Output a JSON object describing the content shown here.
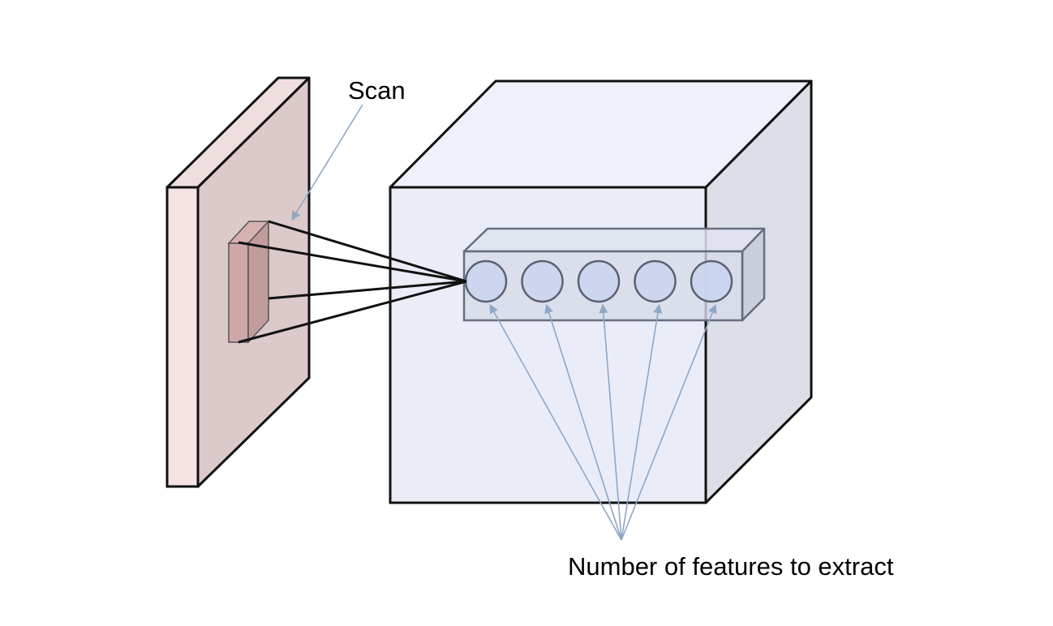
{
  "labels": {
    "scan": "Scan",
    "features": "Number of features to extract"
  },
  "diagram": {
    "feature_count": 5,
    "kernel_lines": 4
  },
  "colors": {
    "input_front": "#f5e3e3",
    "input_face": "#dcc9c9",
    "filter_front": "#cfa7a8",
    "filter_side": "#c29c9d",
    "volume_front": "#eaedf8",
    "volume_top": "#eef0fa",
    "volume_side": "#dcdfe8",
    "feature_bar": "#d7dbe9",
    "feature_circle": "#cbd4ef",
    "stroke": "#111111",
    "bar_stroke": "#666e7e",
    "annotation_arrow": "#8ea7c5"
  }
}
